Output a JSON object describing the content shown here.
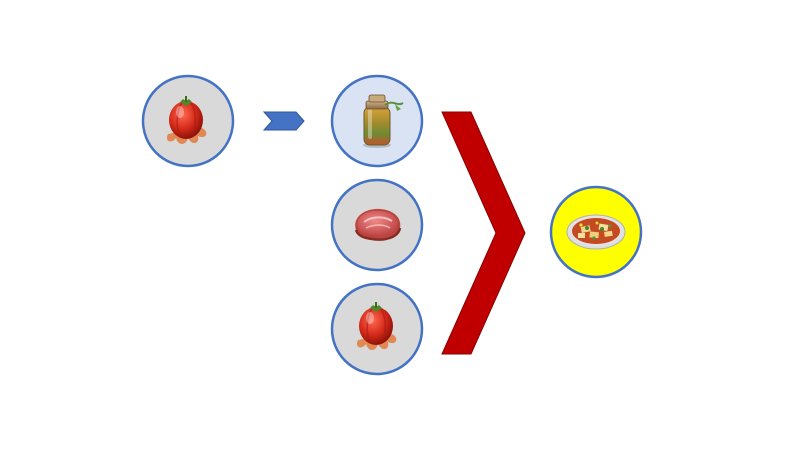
{
  "colors": {
    "node_fill": "#d9d9d9",
    "node_fill_highlight": "#dae3f3",
    "node_stroke": "#4472c4",
    "result_fill": "#ffff00",
    "small_arrow": "#4472c4",
    "big_chevron": "#c00000"
  },
  "nodes": [
    {
      "id": "source",
      "icon": "tomato-icon"
    },
    {
      "id": "spice",
      "icon": "spice-jar-icon"
    },
    {
      "id": "meat",
      "icon": "steak-icon"
    },
    {
      "id": "tomato",
      "icon": "tomato-icon"
    },
    {
      "id": "result",
      "icon": "stir-fry-dish-icon"
    }
  ]
}
